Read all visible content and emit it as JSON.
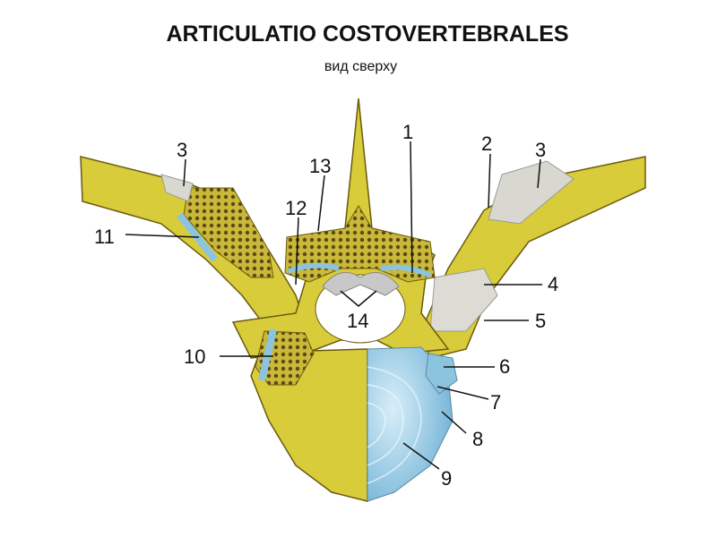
{
  "title": "ARTICULATIO COSTOVERTEBRALES",
  "subtitle": "вид сверху",
  "colors": {
    "bone": "#d8cc3a",
    "bone_dark": "#8a7a1a",
    "cartilage": "#a8d4e8",
    "disc": "#8cc4e0",
    "ligament": "#d8d8d0"
  },
  "labels": [
    "1",
    "2",
    "3",
    "3",
    "4",
    "5",
    "6",
    "7",
    "8",
    "9",
    "10",
    "11",
    "12",
    "13",
    "14"
  ]
}
